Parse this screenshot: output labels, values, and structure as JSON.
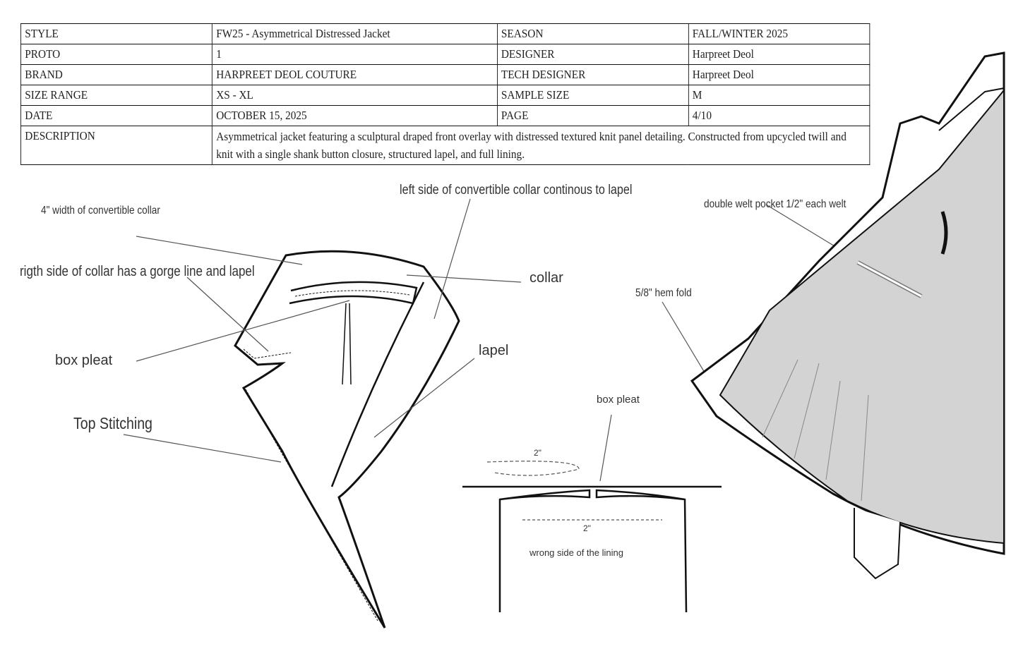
{
  "spec_table": {
    "rows": [
      [
        "STYLE",
        "FW25 - Asymmetrical Distressed Jacket",
        "SEASON",
        "FALL/WINTER 2025"
      ],
      [
        "PROTO",
        "1",
        "DESIGNER",
        "Harpreet Deol"
      ],
      [
        "BRAND",
        "HARPREET DEOL COUTURE",
        "TECH DESIGNER",
        "Harpreet Deol"
      ],
      [
        "SIZE RANGE",
        "XS - XL",
        "SAMPLE SIZE",
        "M"
      ],
      [
        "DATE",
        "OCTOBER 15, 2025",
        "PAGE",
        "4/10"
      ]
    ],
    "description_label": "DESCRIPTION",
    "description": "Asymmetrical jacket featuring a sculptural draped front overlay with distressed textured knit panel detailing. Constructed from upcycled twill and knit with a single shank button closure, structured lapel, and full lining."
  },
  "callouts": {
    "collar_width": "4\" width of convertible collar",
    "left_collar": "left side of convertible collar  continous to lapel",
    "right_collar": "rigth side of collar has a gorge line and lapel",
    "collar": "collar",
    "box_pleat": "box pleat",
    "lapel": "lapel",
    "top_stitching": "Top Stitching",
    "box_pleat_detail": "box pleat",
    "pleat_depth": "2\"",
    "pleat_width": "2\"",
    "lining_side": "wrong side of the lining",
    "double_welt": "double welt pocket 1/2\" each welt",
    "hem_fold": "5/8\" hem fold"
  }
}
